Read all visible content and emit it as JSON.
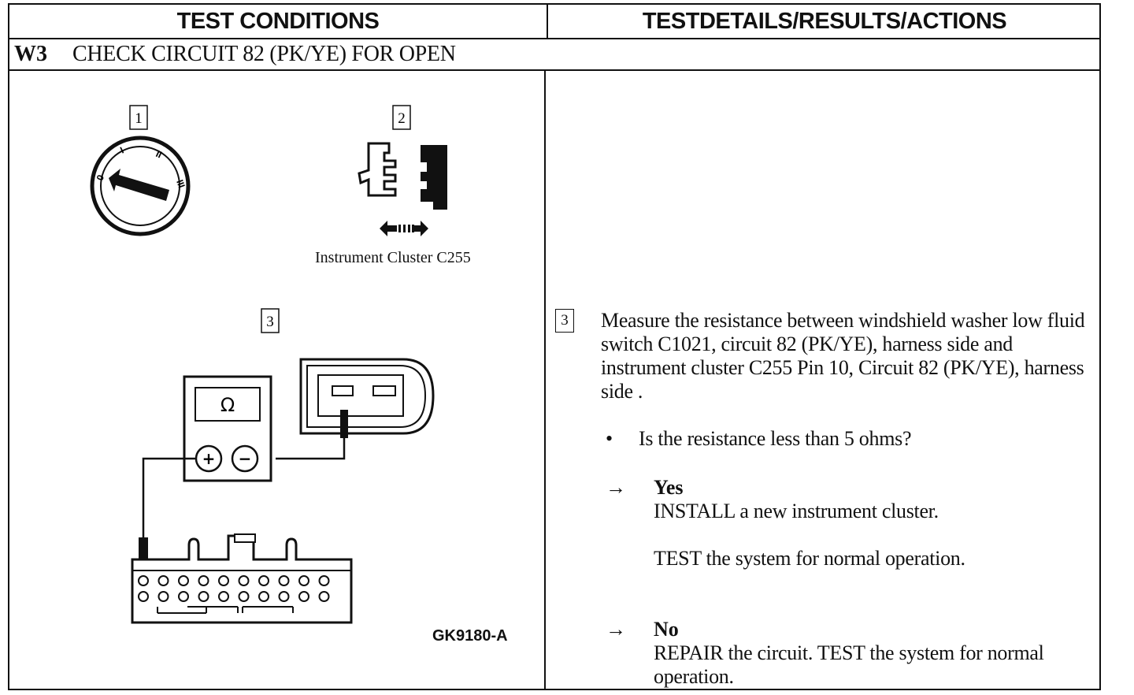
{
  "header": {
    "left_title": "TEST CONDITIONS",
    "right_title": "TESTDETAILS/RESULTS/ACTIONS"
  },
  "step": {
    "id": "W3",
    "title": "CHECK CIRCUIT 82 (PK/YE) FOR OPEN"
  },
  "diagram": {
    "callouts": [
      "1",
      "2",
      "3"
    ],
    "ignition_positions": [
      "0",
      "I",
      "II",
      "III"
    ],
    "meter_symbol": "Ω",
    "meter_plus": "+",
    "meter_minus": "−",
    "connector_caption": "Instrument Cluster C255",
    "figure_code": "GK9180-A"
  },
  "details": {
    "step_number": "3",
    "instruction": "Measure the resistance between windshield washer low fluid switch C1021, circuit 82 (PK/YE), harness side and instrument cluster C255 Pin 10, Circuit 82 (PK/YE), harness side .",
    "bullet": "•",
    "question": "Is the resistance less than 5 ohms?",
    "arrow": "→",
    "yes_label": "Yes",
    "yes_action_1": "INSTALL a new instrument cluster.",
    "yes_action_2": "TEST the system for normal operation.",
    "no_label": "No",
    "no_action": "REPAIR the circuit. TEST the system for normal operation."
  }
}
